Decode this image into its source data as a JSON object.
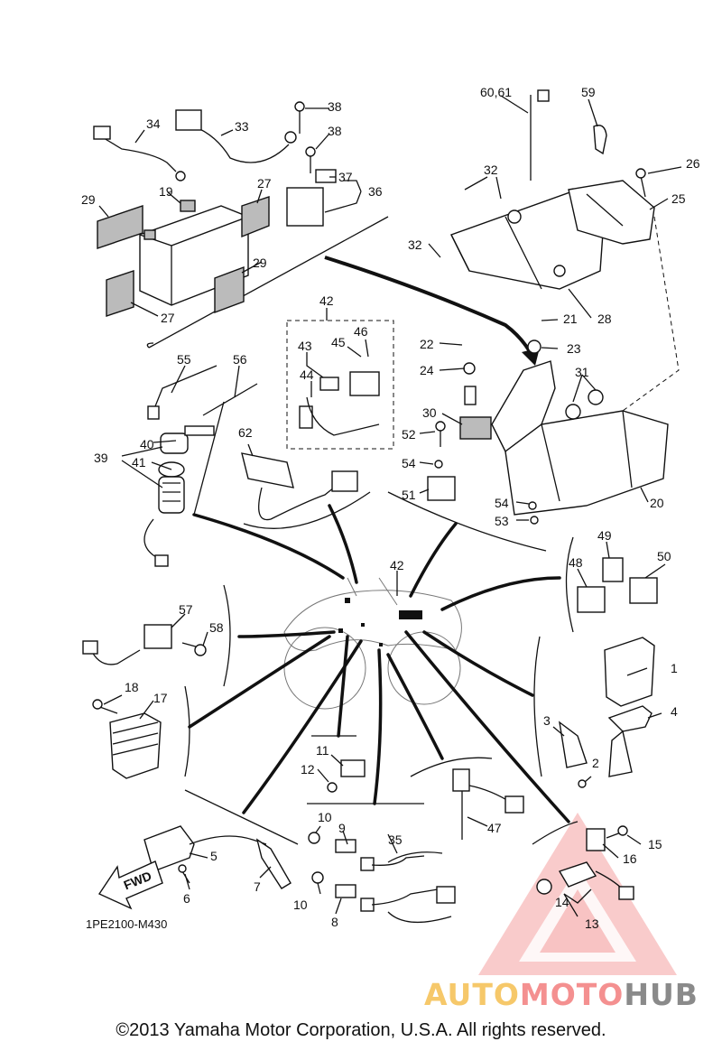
{
  "diagram_code": "1PE2100-M430",
  "copyright": "©2013 Yamaha Motor Corporation, U.S.A. All rights reserved.",
  "fwd_label": "FWD",
  "watermark": {
    "part1": "AUTO",
    "part2": "MOTO",
    "part3": "HUB",
    "colors": [
      "#f6c86a",
      "#f49090",
      "#8a8a8a"
    ]
  },
  "callouts": {
    "c1": "1",
    "c2": "2",
    "c3": "3",
    "c4": "4",
    "c5": "5",
    "c6": "6",
    "c7": "7",
    "c8": "8",
    "c9": "9",
    "c10a": "10",
    "c10b": "10",
    "c11": "11",
    "c12": "12",
    "c13": "13",
    "c14": "14",
    "c15": "15",
    "c16": "16",
    "c17": "17",
    "c18": "18",
    "c19": "19",
    "c20": "20",
    "c21": "21",
    "c22": "22",
    "c23": "23",
    "c24": "24",
    "c25": "25",
    "c26": "26",
    "c27a": "27",
    "c27b": "27",
    "c28": "28",
    "c29a": "29",
    "c29b": "29",
    "c30": "30",
    "c31": "31",
    "c32a": "32",
    "c32b": "32",
    "c33": "33",
    "c34": "34",
    "c35": "35",
    "c36": "36",
    "c37": "37",
    "c38a": "38",
    "c38b": "38",
    "c39": "39",
    "c40": "40",
    "c41": "41",
    "c42a": "42",
    "c42b": "42",
    "c43": "43",
    "c44": "44",
    "c45": "45",
    "c46": "46",
    "c47": "47",
    "c48": "48",
    "c49": "49",
    "c50": "50",
    "c51": "51",
    "c52": "52",
    "c53": "53",
    "c54a": "54",
    "c54b": "54",
    "c55": "55",
    "c56": "56",
    "c57": "57",
    "c58": "58",
    "c59": "59",
    "c6061": "60,61",
    "c62": "62"
  }
}
